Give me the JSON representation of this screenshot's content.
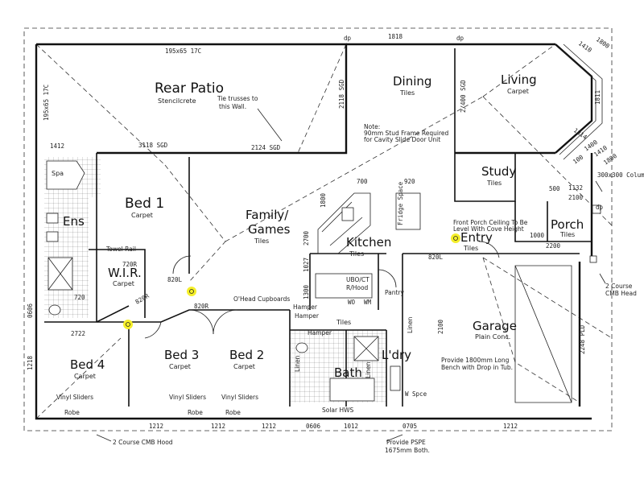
{
  "rooms": {
    "rear_patio": {
      "name": "Rear Patio",
      "finish": "Stencilcrete"
    },
    "dining": {
      "name": "Dining",
      "finish": "Tiles"
    },
    "living": {
      "name": "Living",
      "finish": "Carpet"
    },
    "study": {
      "name": "Study",
      "finish": "Tiles"
    },
    "bed1": {
      "name": "Bed 1",
      "finish": "Carpet"
    },
    "family_l1": "Family/",
    "family_l2": "Games",
    "family_finish": "Tiles",
    "kitchen": {
      "name": "Kitchen",
      "finish": "Tiles"
    },
    "entry": {
      "name": "Entry",
      "finish": "Tiles"
    },
    "porch": {
      "name": "Porch",
      "finish": "Tiles"
    },
    "ens": "Ens",
    "wir": {
      "name": "W.I.R.",
      "finish": "Carpet"
    },
    "garage": {
      "name": "Garage",
      "finish": "Plain Conc."
    },
    "bed4": {
      "name": "Bed 4",
      "finish": "Carpet"
    },
    "bed3": {
      "name": "Bed 3",
      "finish": "Carpet"
    },
    "bed2": {
      "name": "Bed 2",
      "finish": "Carpet"
    },
    "bath": "Bath",
    "ldry": "L'dry",
    "tiles_hall": "Tiles"
  },
  "labels": {
    "beam_top": "195x65 17C",
    "beam_left": "195x65 17C",
    "truss_l1": "Tie trusses to",
    "truss_l2": "this Wall.",
    "sgd_3118": "3118 SGD",
    "sgd_2124": "2124 SGD",
    "sgd_2118": "2118 SGD",
    "sgd_2400": "2/400 SGD",
    "dp_1": "dp",
    "dp_2": "dp",
    "dp_3": "dp",
    "dim_1818": "1818",
    "dim_1800a": "1800",
    "dim_1410a": "1410",
    "dim_1811": "1811",
    "dim_1814": "1814",
    "dim_1400": "1400",
    "dim_1410b": "1410",
    "dim_1800b": "1800",
    "dim_100": "100",
    "column": "300x300 Column",
    "dim_1132": "1132",
    "dim_2100a": "2100",
    "dim_500": "500",
    "note_title": "Note:",
    "note_l1": "90mm Stud Frame Required",
    "note_l2": "for Cavity Slide Door Unit",
    "dim_700": "700",
    "dim_920": "920",
    "dim_1800c": "1800",
    "fridge": "Fridge Space",
    "porch_l1": "Front Porch Ceiling To Be",
    "porch_l2": "Level With Cove Height",
    "dim_1412": "1412",
    "spa": "Spa",
    "towel_rail": "Towel Rail",
    "dim_720r": "720R",
    "dim_720": "720",
    "dim_820l_a": "820L",
    "dim_820r_a": "820R",
    "dim_820l_b": "820L",
    "dim_820r_b": "820R",
    "dim_2700": "2700",
    "dim_1027": "1027",
    "dim_1300": "1300",
    "ubo": "UBO/CT",
    "rhood": "R/Hood",
    "pantry": "Pantry",
    "wd": "WO",
    "wm": "WM",
    "dim_1000": "1000",
    "dim_2200": "2200",
    "dim_2100b": "2100",
    "cmb_1": "2 Course",
    "cmb_2": "CMB Head",
    "dim_2248": "2248 PLD",
    "oheads": "O'Head Cupboards",
    "hamper_1": "Hamper",
    "hamper_2": "Hamper",
    "hamper_3": "Hamper",
    "linen_1": "Linen",
    "linen_2": "Linen",
    "linen_3": "Linen",
    "dim_2722": "2722",
    "dim_0606": "0606",
    "dim_1218": "1218",
    "tub_l1": "Provide 1800mm Long",
    "tub_l2": "Bench with Drop in Tub.",
    "wspce": "W Spce",
    "sliders_1": "Vinyl Sliders",
    "sliders_2": "Vinyl Sliders",
    "sliders_3": "Vinyl Sliders",
    "robe_1": "Robe",
    "robe_2": "Robe",
    "robe_3": "Robe",
    "dim_1212a": "1212",
    "dim_1212b": "1212",
    "dim_1212c": "1212",
    "dim_1212d": "1212",
    "dim_0606b": "0606",
    "dim_1012": "1012",
    "dim_0705": "0705",
    "solar": "Solar HWS",
    "cmb_bottom": "2 Course CMB Hood",
    "pspe_1": "Provide PSPE",
    "pspe_2": "1675mm Both."
  },
  "colors": {
    "marker": "#f5ef2a",
    "ink": "#111111"
  }
}
